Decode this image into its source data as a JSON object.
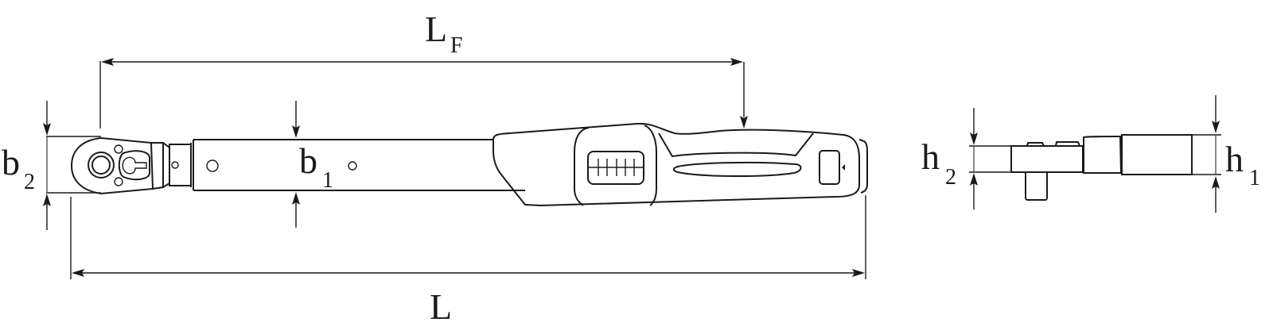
{
  "diagram": {
    "subject": "Torque wrench dimension drawing",
    "colors": {
      "line": "#1a1a1a",
      "background": "#ffffff"
    },
    "dimensions": {
      "LF": {
        "main": "L",
        "sub": "F"
      },
      "L": {
        "main": "L",
        "sub": ""
      },
      "b1": {
        "main": "b",
        "sub": "1"
      },
      "b2": {
        "main": "b",
        "sub": "2"
      },
      "h1": {
        "main": "h",
        "sub": "1"
      },
      "h2": {
        "main": "h",
        "sub": "2"
      }
    },
    "views": [
      {
        "name": "top-view",
        "parts": [
          "ratchet-head",
          "shaft",
          "handle",
          "scale-window",
          "grip",
          "lock-button",
          "end-cap"
        ]
      },
      {
        "name": "side-view",
        "parts": [
          "ratchet-head",
          "square-drive",
          "shaft"
        ]
      }
    ]
  }
}
